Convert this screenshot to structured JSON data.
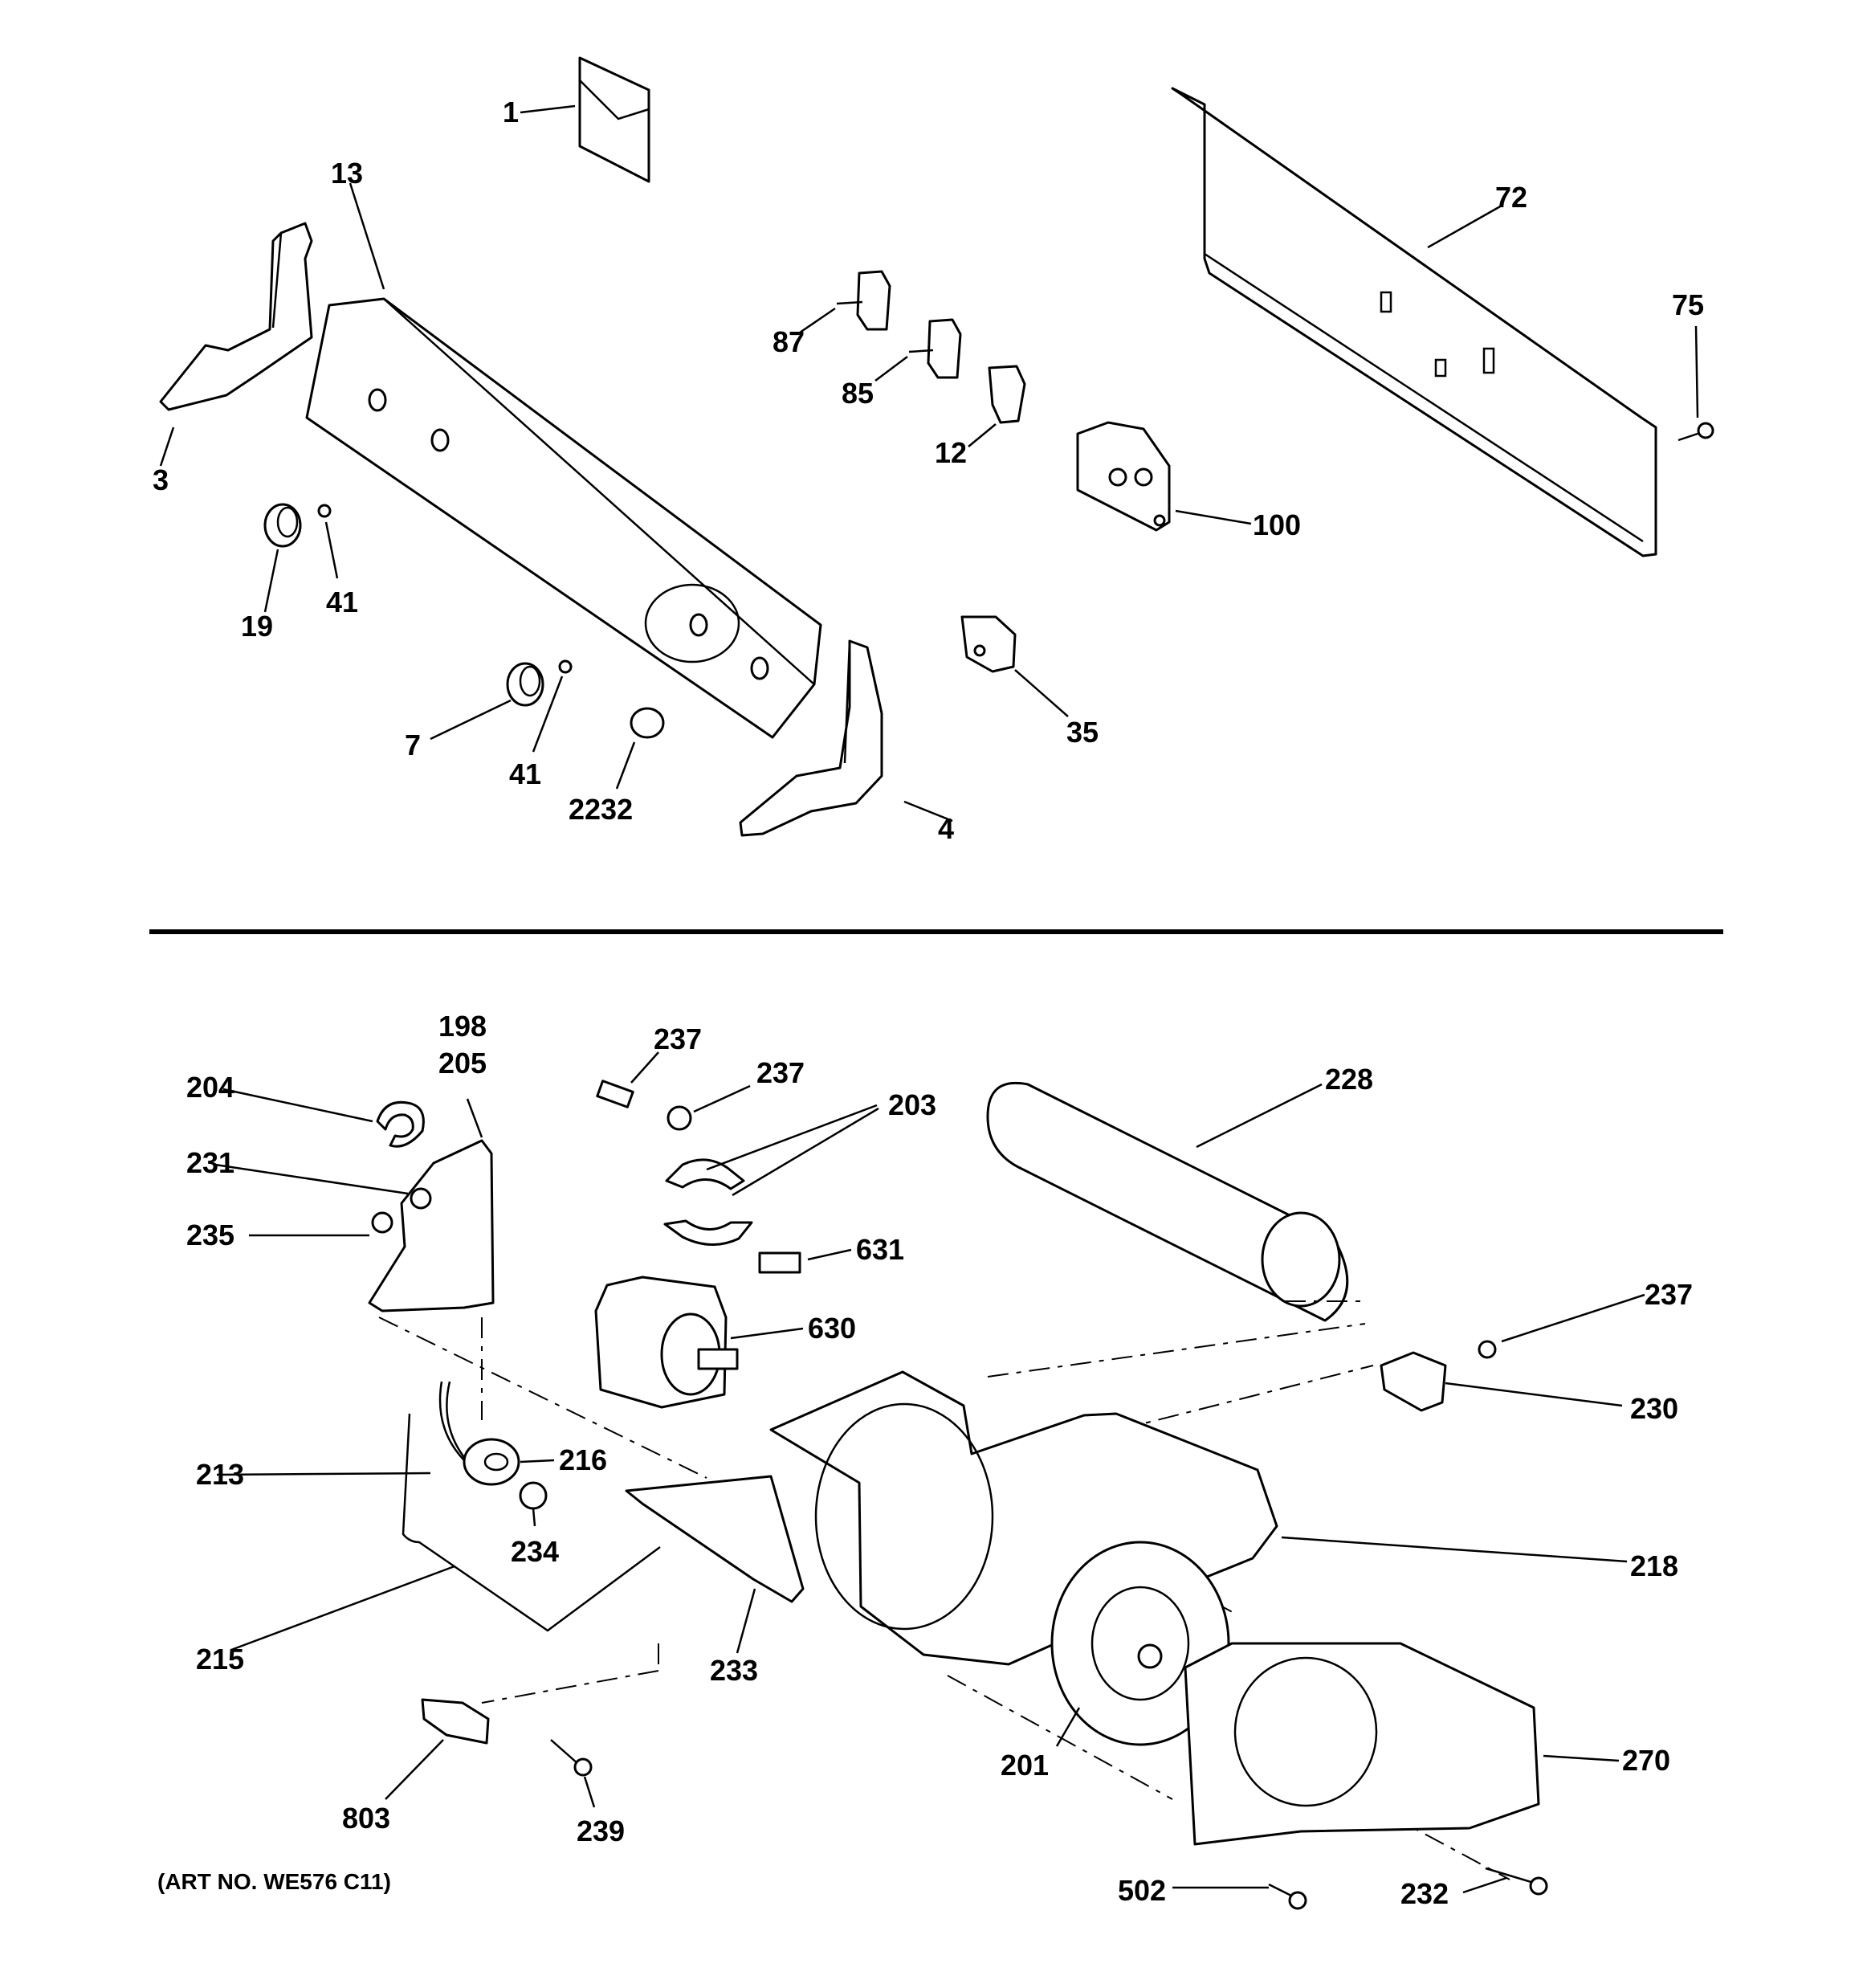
{
  "labels": {
    "p1": "1",
    "p13": "13",
    "p3": "3",
    "p19": "19",
    "p41a": "41",
    "p7": "7",
    "p41b": "41",
    "p2232": "2232",
    "p4": "4",
    "p87": "87",
    "p85": "85",
    "p12": "12",
    "p100": "100",
    "p35": "35",
    "p72": "72",
    "p75": "75",
    "p198": "198",
    "p205": "205",
    "p204": "204",
    "p231": "231",
    "p235": "235",
    "p237a": "237",
    "p237b": "237",
    "p203": "203",
    "p228": "228",
    "p631": "631",
    "p630": "630",
    "p237c": "237",
    "p230": "230",
    "p213": "213",
    "p216": "216",
    "p234": "234",
    "p218": "218",
    "p215": "215",
    "p233": "233",
    "p270": "270",
    "p201": "201",
    "p803": "803",
    "p239": "239",
    "p502": "502",
    "p232": "232"
  },
  "footnote": "(ART NO. WE576 C11)"
}
